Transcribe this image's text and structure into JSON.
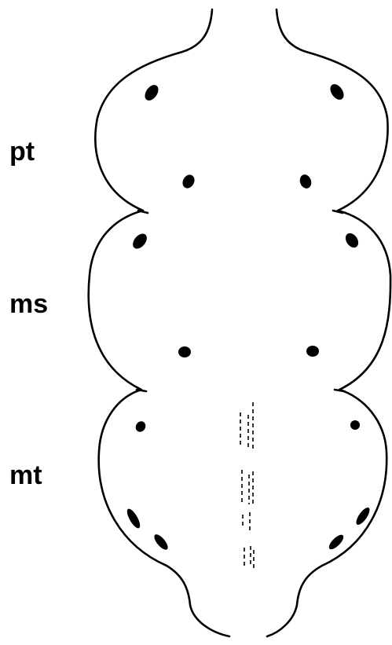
{
  "segments": {
    "prothorax": {
      "label": "pt"
    },
    "mesothorax": {
      "label": "ms"
    },
    "metathorax": {
      "label": "mt"
    }
  },
  "colors": {
    "ink": "#000000",
    "background": "#ffffff"
  }
}
